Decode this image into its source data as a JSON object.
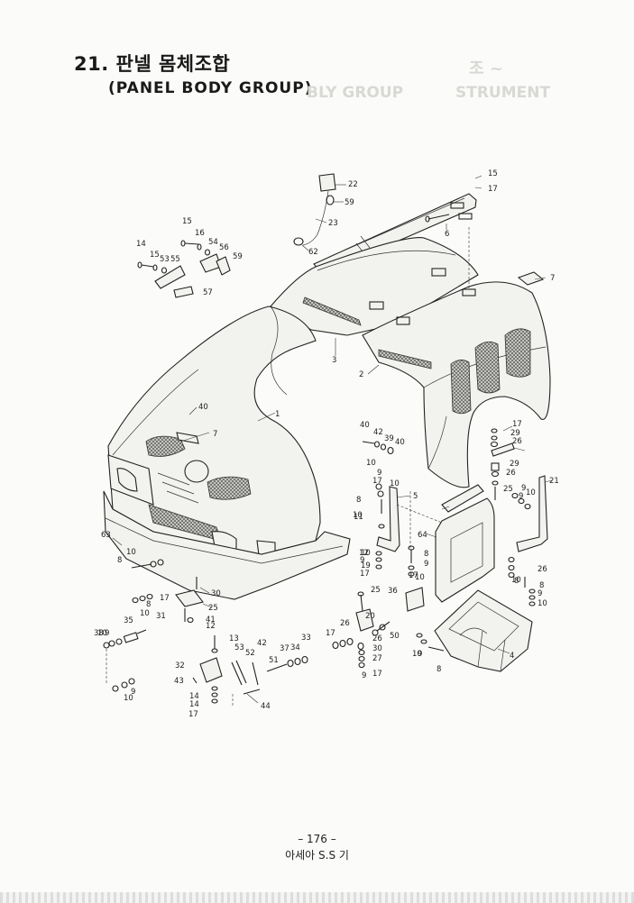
{
  "header": {
    "title_ko": "21. 판넬 몸체조합",
    "title_en": "(PANEL BODY GROUP)",
    "ghost_text_1": "BLY GROUP",
    "ghost_text_2": "조 ~",
    "ghost_text_3": "STRUMENT"
  },
  "callouts": [
    {
      "id": "c1",
      "label": "1"
    },
    {
      "id": "c2",
      "label": "2"
    },
    {
      "id": "c3",
      "label": "3"
    },
    {
      "id": "c4",
      "label": "4"
    },
    {
      "id": "c5",
      "label": "5"
    },
    {
      "id": "c6",
      "label": "6"
    },
    {
      "id": "c7a",
      "label": "7"
    },
    {
      "id": "c7b",
      "label": "7"
    },
    {
      "id": "c8a",
      "label": "8"
    },
    {
      "id": "c8b",
      "label": "8"
    },
    {
      "id": "c8c",
      "label": "8"
    },
    {
      "id": "c8d",
      "label": "8"
    },
    {
      "id": "c8e",
      "label": "8"
    },
    {
      "id": "c8f",
      "label": "8"
    },
    {
      "id": "c8g",
      "label": "8"
    },
    {
      "id": "c9a",
      "label": "9"
    },
    {
      "id": "c9b",
      "label": "9"
    },
    {
      "id": "c9c",
      "label": "9"
    },
    {
      "id": "c9d",
      "label": "9"
    },
    {
      "id": "c9e",
      "label": "9"
    },
    {
      "id": "c9f",
      "label": "9"
    },
    {
      "id": "c9g",
      "label": "9"
    },
    {
      "id": "c9h",
      "label": "9"
    },
    {
      "id": "c9i",
      "label": "9"
    },
    {
      "id": "c9j",
      "label": "9"
    },
    {
      "id": "c10a",
      "label": "10"
    },
    {
      "id": "c10b",
      "label": "10"
    },
    {
      "id": "c10c",
      "label": "10"
    },
    {
      "id": "c10d",
      "label": "10"
    },
    {
      "id": "c10e",
      "label": "10"
    },
    {
      "id": "c10f",
      "label": "10"
    },
    {
      "id": "c10g",
      "label": "10"
    },
    {
      "id": "c10h",
      "label": "10"
    },
    {
      "id": "c10i",
      "label": "10"
    },
    {
      "id": "c10j",
      "label": "10"
    },
    {
      "id": "c10k",
      "label": "10"
    },
    {
      "id": "c10l",
      "label": "10"
    },
    {
      "id": "c10m",
      "label": "10"
    },
    {
      "id": "c11",
      "label": "11"
    },
    {
      "id": "c12a",
      "label": "12"
    },
    {
      "id": "c12b",
      "label": "12"
    },
    {
      "id": "c13",
      "label": "13"
    },
    {
      "id": "c14a",
      "label": "14"
    },
    {
      "id": "c14b",
      "label": "14"
    },
    {
      "id": "c14c",
      "label": "14"
    },
    {
      "id": "c15a",
      "label": "15"
    },
    {
      "id": "c15b",
      "label": "15"
    },
    {
      "id": "c15c",
      "label": "15"
    },
    {
      "id": "c16",
      "label": "16"
    },
    {
      "id": "c17a",
      "label": "17"
    },
    {
      "id": "c17b",
      "label": "17"
    },
    {
      "id": "c17c",
      "label": "17"
    },
    {
      "id": "c17d",
      "label": "17"
    },
    {
      "id": "c17e",
      "label": "17"
    },
    {
      "id": "c17f",
      "label": "17"
    },
    {
      "id": "c17g",
      "label": "17"
    },
    {
      "id": "c17h",
      "label": "17"
    },
    {
      "id": "c17i",
      "label": "17"
    },
    {
      "id": "c19",
      "label": "19"
    },
    {
      "id": "c20",
      "label": "20"
    },
    {
      "id": "c21",
      "label": "21"
    },
    {
      "id": "c22",
      "label": "22"
    },
    {
      "id": "c23",
      "label": "23"
    },
    {
      "id": "c25a",
      "label": "25"
    },
    {
      "id": "c25b",
      "label": "25"
    },
    {
      "id": "c25c",
      "label": "25"
    },
    {
      "id": "c26a",
      "label": "26"
    },
    {
      "id": "c26b",
      "label": "26"
    },
    {
      "id": "c26c",
      "label": "26"
    },
    {
      "id": "c26d",
      "label": "26"
    },
    {
      "id": "c26e",
      "label": "26"
    },
    {
      "id": "c27",
      "label": "27"
    },
    {
      "id": "c29a",
      "label": "29"
    },
    {
      "id": "c29b",
      "label": "29"
    },
    {
      "id": "c30a",
      "label": "30"
    },
    {
      "id": "c30b",
      "label": "30"
    },
    {
      "id": "c31",
      "label": "31"
    },
    {
      "id": "c32",
      "label": "32"
    },
    {
      "id": "c33",
      "label": "33"
    },
    {
      "id": "c34",
      "label": "34"
    },
    {
      "id": "c35",
      "label": "35"
    },
    {
      "id": "c36",
      "label": "36"
    },
    {
      "id": "c37",
      "label": "37"
    },
    {
      "id": "c38",
      "label": "38"
    },
    {
      "id": "c39",
      "label": "39"
    },
    {
      "id": "c40a",
      "label": "40"
    },
    {
      "id": "c40b",
      "label": "40"
    },
    {
      "id": "c40c",
      "label": "40"
    },
    {
      "id": "c41",
      "label": "41"
    },
    {
      "id": "c42a",
      "label": "42"
    },
    {
      "id": "c42b",
      "label": "42"
    },
    {
      "id": "c43",
      "label": "43"
    },
    {
      "id": "c44",
      "label": "44"
    },
    {
      "id": "c50",
      "label": "50"
    },
    {
      "id": "c51",
      "label": "51"
    },
    {
      "id": "c52",
      "label": "52"
    },
    {
      "id": "c53a",
      "label": "53"
    },
    {
      "id": "c53b",
      "label": "53"
    },
    {
      "id": "c54",
      "label": "54"
    },
    {
      "id": "c55",
      "label": "55"
    },
    {
      "id": "c56",
      "label": "56"
    },
    {
      "id": "c57",
      "label": "57"
    },
    {
      "id": "c59a",
      "label": "59"
    },
    {
      "id": "c59b",
      "label": "59"
    },
    {
      "id": "c62",
      "label": "62"
    },
    {
      "id": "c63",
      "label": "63"
    },
    {
      "id": "c64",
      "label": "64"
    }
  ],
  "footer": {
    "page": "– 176 –",
    "maker": "아세아 S.S 기"
  }
}
